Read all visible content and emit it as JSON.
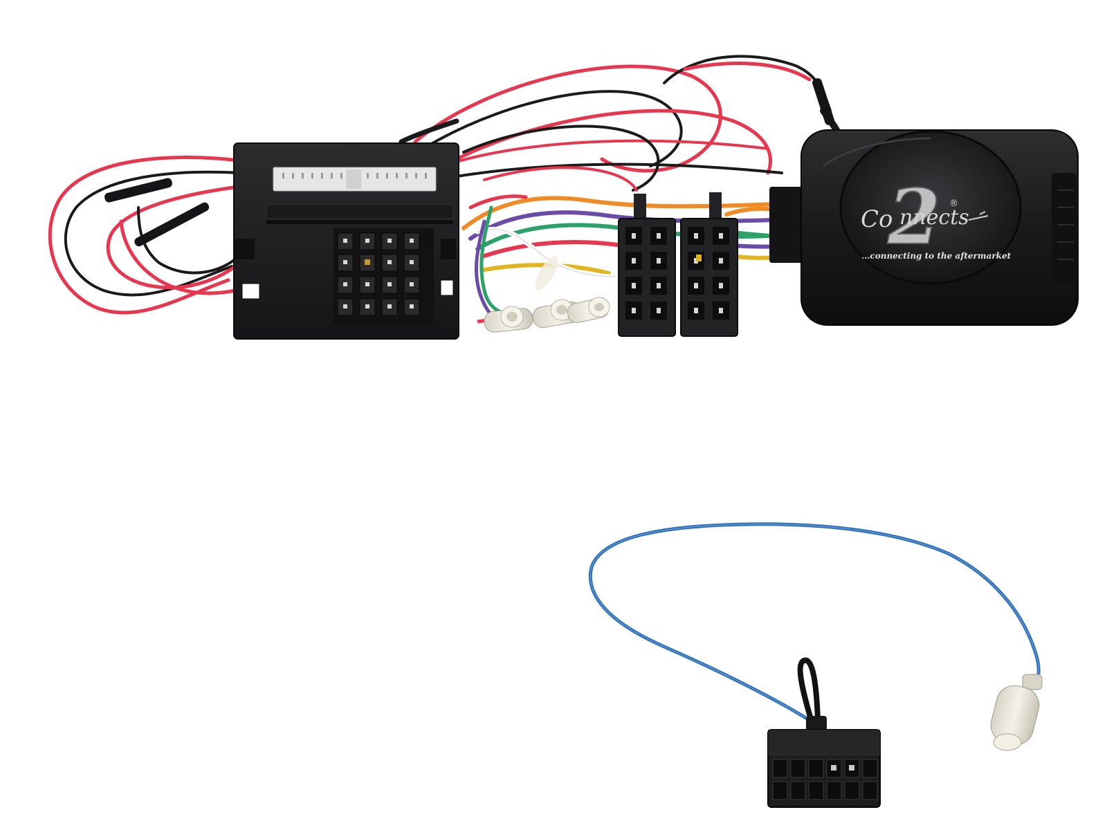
{
  "logo": {
    "brand_prefix": "Co",
    "brand_suffix": "nnects",
    "brand_numeral": "2",
    "registered_mark": "®",
    "tagline": "...connecting to the aftermarket"
  },
  "colors": {
    "background": "#ffffff",
    "module_body": "#1b1b1d",
    "connector_black": "#232325",
    "wire_red": "#e8364f",
    "wire_black": "#1a1a1a",
    "wire_blue": "#2f6fb8",
    "wire_green": "#2aa26a",
    "wire_orange": "#f08a24",
    "wire_purple": "#6b4aa8",
    "wire_yellow": "#e2b51f",
    "white_connector": "#e6e6e6"
  },
  "icons": {
    "control_module": "interface-box-icon",
    "quadlock_connector": "quadlock-plug-icon",
    "iso_connector": "iso-plug-icon",
    "patch_lead_plug": "molex-plug-icon",
    "bullet_connector": "bullet-terminal-icon"
  }
}
